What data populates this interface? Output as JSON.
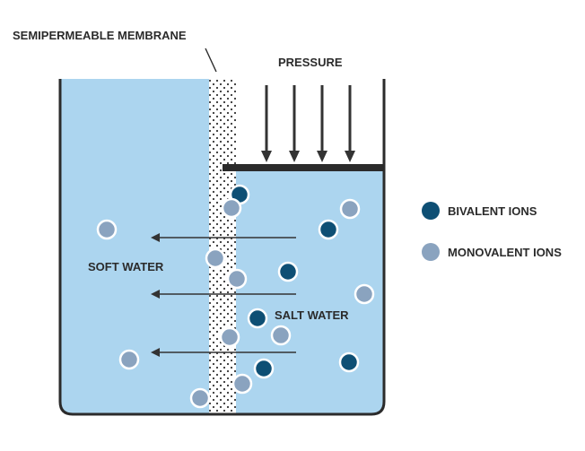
{
  "labels": {
    "membrane": "SEMIPERMEABLE MEMBRANE",
    "pressure": "PRESSURE",
    "soft_water": "SOFT WATER",
    "salt_water": "SALT WATER"
  },
  "legend": {
    "items": [
      {
        "name": "bivalent",
        "label": "BIVALENT IONS",
        "color": "#0e4f74"
      },
      {
        "name": "monovalent",
        "label": "MONOVALENT IONS",
        "color": "#8aa3bf"
      }
    ]
  },
  "colors": {
    "water": "#acd5ef",
    "membrane_fill": "#ffffff",
    "membrane_dots": "#333333",
    "outline": "#2b2b2b",
    "arrow": "#333333",
    "bivalent": "#0e4f74",
    "monovalent": "#8aa3bf",
    "ion_stroke": "#ffffff"
  }
}
